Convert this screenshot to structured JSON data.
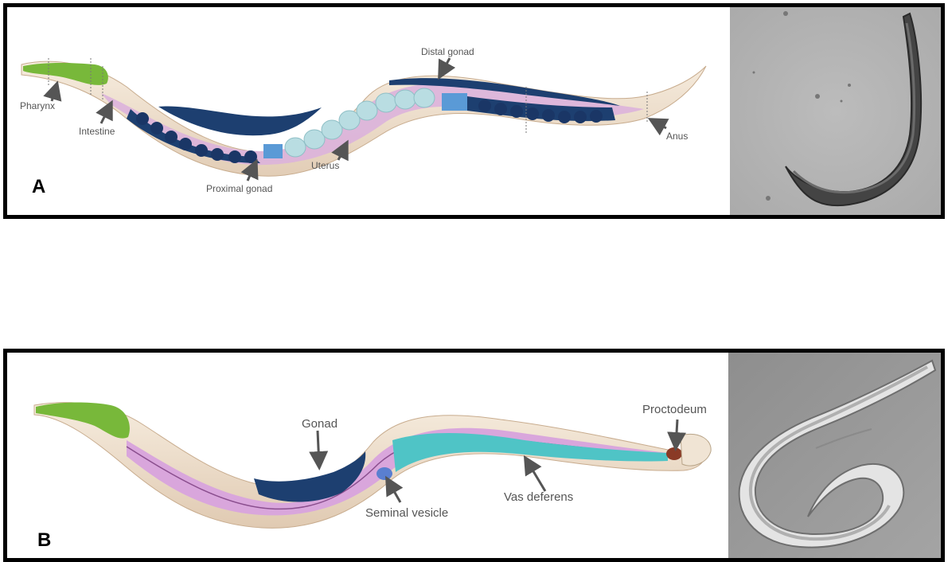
{
  "panel_a": {
    "letter": "A",
    "labels": {
      "pharynx": "Pharynx",
      "intestine": "Intestine",
      "proximal_gonad": "Proximal gonad",
      "uterus": "Uterus",
      "distal_gonad": "Distal gonad",
      "anus": "Anus"
    }
  },
  "panel_b": {
    "letter": "B",
    "labels": {
      "gonad": "Gonad",
      "seminal_vesicle": "Seminal vesicle",
      "vas_deferens": "Vas deferens",
      "proctodeum": "Proctodeum"
    }
  },
  "colors": {
    "body": "#efe0cf",
    "pharynx": "#78b83a",
    "intestine": "#d9a6dc",
    "gonad": "#1d3f70",
    "uterus": "#b9dde2",
    "vas_deferens": "#4fc4c6",
    "proctodeum": "#8a3a26"
  }
}
